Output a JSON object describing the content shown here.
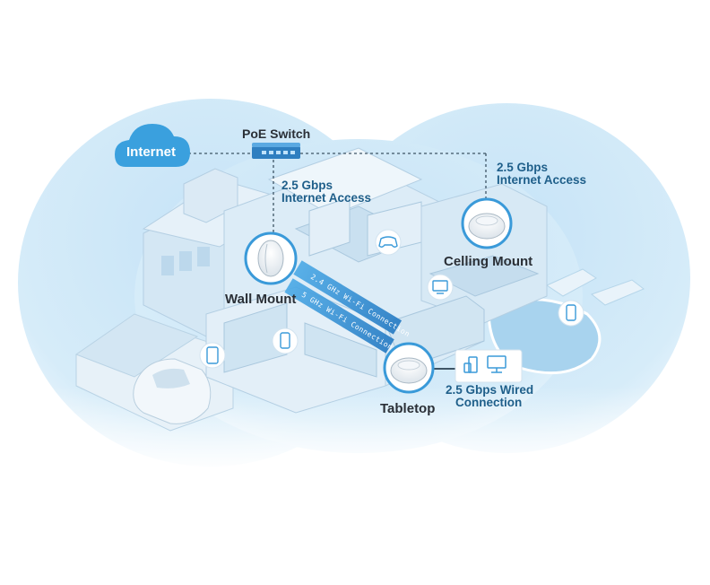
{
  "title": "Omada Wi-Fi deployment overview",
  "nodes": {
    "internet": "Internet",
    "poe_switch": "PoE Switch",
    "wall_mount": "Wall Mount",
    "ceiling_mount": "Celling Mount",
    "tabletop": "Tabletop"
  },
  "links": {
    "wall_uplink_line1": "2.5 Gbps",
    "wall_uplink_line2": "Internet Access",
    "ceiling_uplink_line1": "2.5 Gbps",
    "ceiling_uplink_line2": "Internet Access",
    "wired_line1": "2.5 Gbps Wired",
    "wired_line2": "Connection",
    "wifi_24": "2.4 GHz Wi-Fi Connection",
    "wifi_5": "5 GHz Wi-Fi Connection"
  },
  "icons": [
    "cloud-icon",
    "switch-icon",
    "access-point-icon",
    "gamepad-icon",
    "monitor-icon",
    "smartphone-icon",
    "tablet-icon",
    "car-icon"
  ],
  "colors": {
    "accent": "#2a8fd0",
    "sky": "#bfe0f5",
    "label": "#1f5f8a",
    "text": "#2a2f36"
  }
}
